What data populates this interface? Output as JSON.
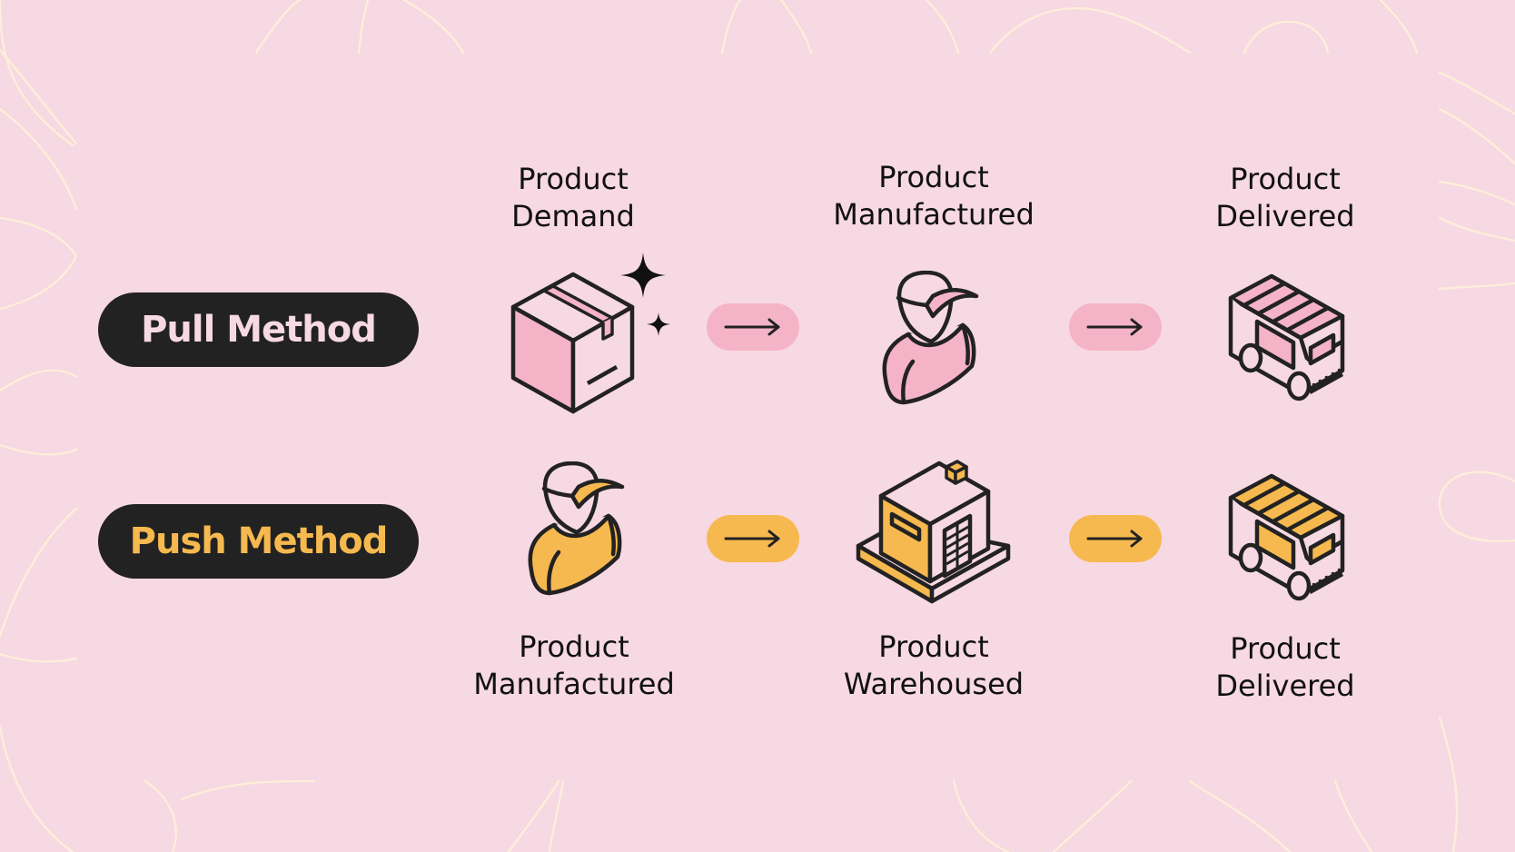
{
  "colors": {
    "background": "#f7d9e3",
    "pill_bg": "#222222",
    "pull_accent": "#f5b3c8",
    "pull_text": "#f7d9e3",
    "push_accent": "#f6b94f",
    "curve_stroke": "#fdf0d8",
    "outline": "#222222"
  },
  "rows": [
    {
      "id": "pull",
      "label": "Pull Method",
      "accent": "#f5b3c8",
      "steps": [
        {
          "line1": "Product",
          "line2": "Demand",
          "icon": "box-sparkle-icon"
        },
        {
          "line1": "Product",
          "line2": "Manufactured",
          "icon": "worker-icon"
        },
        {
          "line1": "Product",
          "line2": "Delivered",
          "icon": "delivery-truck-icon"
        }
      ],
      "arrows": [
        "arrow-right-icon",
        "arrow-right-icon"
      ]
    },
    {
      "id": "push",
      "label": "Push Method",
      "accent": "#f6b94f",
      "steps": [
        {
          "line1": "Product",
          "line2": "Manufactured",
          "icon": "worker-icon"
        },
        {
          "line1": "Product",
          "line2": "Warehoused",
          "icon": "warehouse-icon"
        },
        {
          "line1": "Product",
          "line2": "Delivered",
          "icon": "delivery-truck-icon"
        }
      ],
      "arrows": [
        "arrow-right-icon",
        "arrow-right-icon"
      ]
    }
  ]
}
